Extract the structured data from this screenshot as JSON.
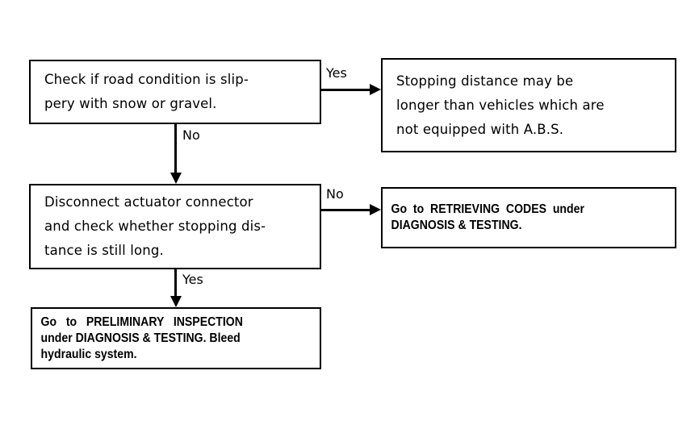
{
  "diagram": {
    "title": "ABS stopping distance diagnostic flowchart",
    "background_color": "#ffffff",
    "line_color": "#000000",
    "nodes": [
      {
        "id": "check-road",
        "style": "wide",
        "lines": [
          "Check if road condition is slip-",
          "pery with snow or gravel."
        ]
      },
      {
        "id": "stopping-dist",
        "style": "wide",
        "lines": [
          "Stopping distance may be",
          "longer than vehicles which are",
          "not equipped with A.B.S."
        ]
      },
      {
        "id": "disconnect",
        "style": "wide",
        "lines": [
          "Disconnect actuator connector",
          "and check whether stopping dis-",
          "tance is still long."
        ]
      },
      {
        "id": "retrieving",
        "style": "condensed",
        "lines": [
          "Go  to  RETRIEVING  CODES  under",
          "DIAGNOSIS & TESTING."
        ]
      },
      {
        "id": "preliminary",
        "style": "condensed",
        "lines": [
          "Go   to   PRELIMINARY   INSPECTION",
          "under DIAGNOSIS & TESTING. Bleed",
          "hydraulic system."
        ]
      }
    ],
    "connectors": [
      {
        "id": "yes-top",
        "label": "Yes",
        "from": "check-road",
        "to": "stopping-dist",
        "direction": "right"
      },
      {
        "id": "no-down",
        "label": "No",
        "from": "check-road",
        "to": "disconnect",
        "direction": "down"
      },
      {
        "id": "no-mid",
        "label": "No",
        "from": "disconnect",
        "to": "retrieving",
        "direction": "right"
      },
      {
        "id": "yes-down",
        "label": "Yes",
        "from": "disconnect",
        "to": "preliminary",
        "direction": "down"
      }
    ]
  }
}
